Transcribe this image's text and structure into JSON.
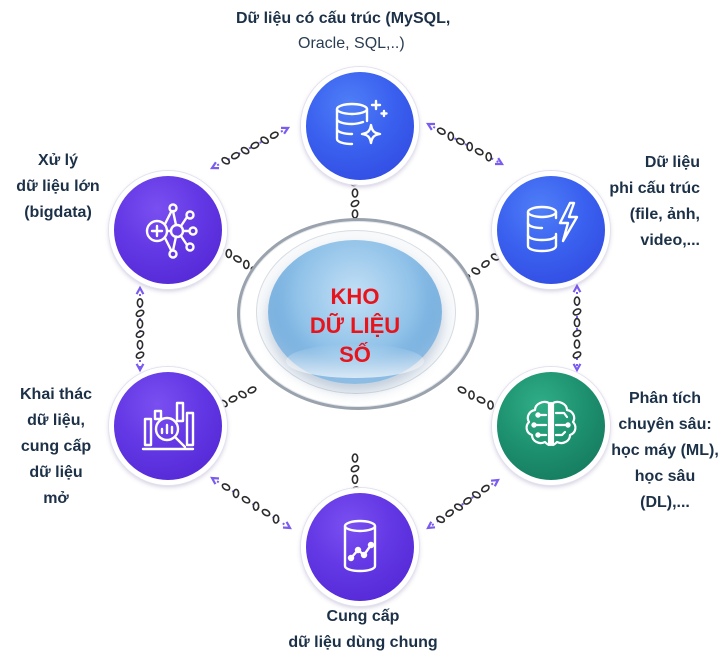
{
  "hub": {
    "title": "KHO\nDỮ LIỆU\nSỐ",
    "color": "#e8141c"
  },
  "nodes": {
    "structured": {
      "line1": "Dữ liệu có cấu trúc (MySQL,",
      "line2": "Oracle, SQL,..)",
      "icon": "database-sparkle-icon"
    },
    "unstructured": {
      "label": "Dữ liệu\nphi cấu trúc\n(file, ảnh,\nvideo,...",
      "icon": "database-lightning-icon"
    },
    "analytics": {
      "label": "Phân tích\nchuyên sâu:\nhọc máy (ML),\nhọc sâu\n(DL),...",
      "icon": "brain-circuit-icon"
    },
    "shared": {
      "label": "Cung cấp\ndữ liệu dùng chung",
      "icon": "database-chart-icon"
    },
    "open_data": {
      "label": "Khai thác\ndữ liệu,\ncung cấp\ndữ liệu\nmở",
      "icon": "magnifier-bars-icon"
    },
    "bigdata": {
      "label": "Xử lý\ndữ liệu lớn\n(bigdata)",
      "icon": "network-plus-icon"
    }
  },
  "colors": {
    "purple": "#6237e4",
    "blue": "#3a60ef",
    "green": "#1c8e6d",
    "arrow": "#7b5cf0",
    "connector": "#2c2c2c"
  }
}
